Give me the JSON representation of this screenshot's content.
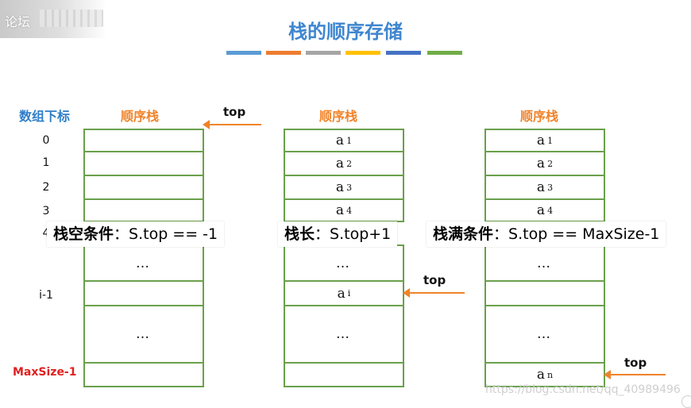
{
  "header": {
    "logo_text": "论坛",
    "title": "栈的顺序存储",
    "color_bars": [
      "#5b9bd5",
      "#ed7d31",
      "#a5a5a5",
      "#ffc000",
      "#4472c4",
      "#70ad47"
    ]
  },
  "left_column": {
    "index_title": "数组下标",
    "indices": [
      "0",
      "1",
      "2",
      "3",
      "4",
      "i-1",
      "MaxSize-1"
    ]
  },
  "stacks": [
    {
      "title": "顺序栈",
      "cells": [
        {
          "base": "",
          "sub": ""
        },
        {
          "base": "",
          "sub": ""
        },
        {
          "base": "",
          "sub": ""
        },
        {
          "base": "",
          "sub": ""
        },
        {
          "base": "…",
          "sub": ""
        },
        {
          "base": "",
          "sub": ""
        },
        {
          "base": "…",
          "sub": ""
        },
        {
          "base": "",
          "sub": ""
        }
      ],
      "top_label": "top",
      "caption": {
        "bold": "栈空条件",
        "text": "：S.top == -1"
      }
    },
    {
      "title": "顺序栈",
      "cells": [
        {
          "base": "a",
          "sub": "1"
        },
        {
          "base": "a",
          "sub": "2"
        },
        {
          "base": "a",
          "sub": "3"
        },
        {
          "base": "a",
          "sub": "4"
        },
        {
          "base": "…",
          "sub": ""
        },
        {
          "base": "a",
          "sub": "i"
        },
        {
          "base": "…",
          "sub": ""
        },
        {
          "base": "",
          "sub": ""
        }
      ],
      "top_label": "top",
      "caption": {
        "bold": "栈长",
        "text": "：S.top+1"
      }
    },
    {
      "title": "顺序栈",
      "cells": [
        {
          "base": "a",
          "sub": "1"
        },
        {
          "base": "a",
          "sub": "2"
        },
        {
          "base": "a",
          "sub": "3"
        },
        {
          "base": "a",
          "sub": "4"
        },
        {
          "base": "…",
          "sub": ""
        },
        {
          "base": "",
          "sub": ""
        },
        {
          "base": "…",
          "sub": ""
        },
        {
          "base": "a",
          "sub": "n"
        }
      ],
      "top_label": "top",
      "caption": {
        "bold": "栈满条件",
        "text": "：S.top == MaxSize-1"
      }
    }
  ],
  "watermark": "https://blog.csdn.net/qq_40989496"
}
